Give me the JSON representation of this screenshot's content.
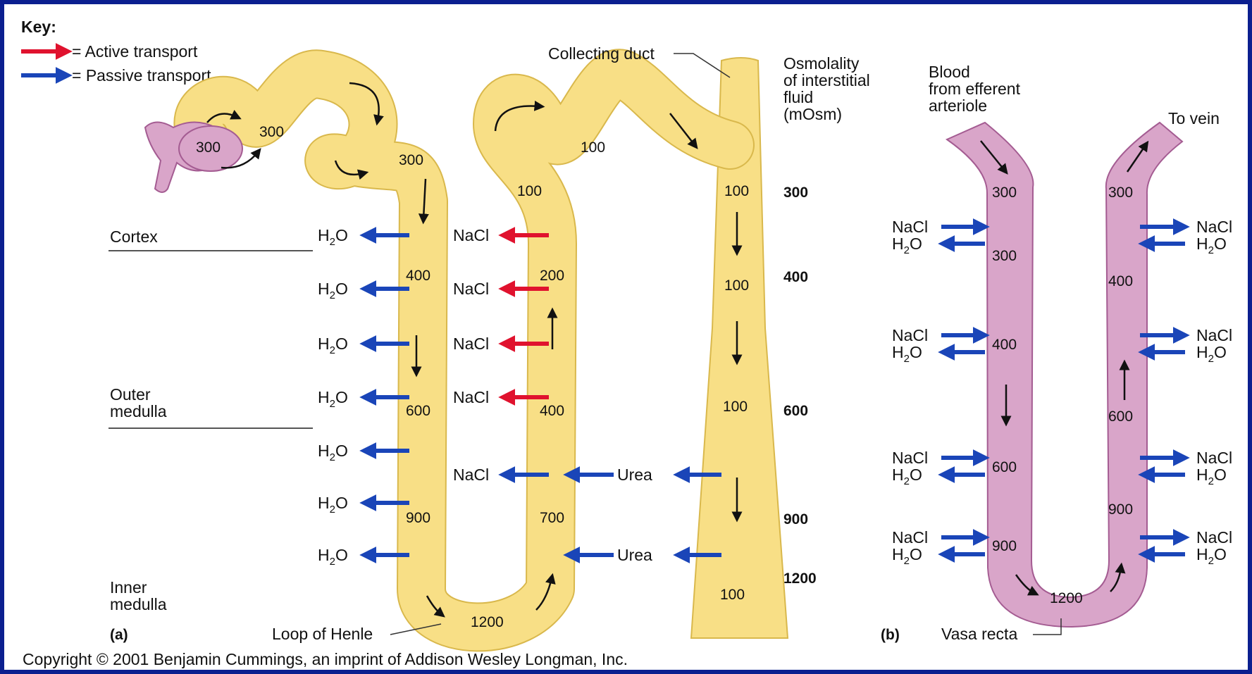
{
  "key": {
    "title": "Key:",
    "active_label": "= Active transport",
    "passive_label": "= Passive transport"
  },
  "colors": {
    "frame": "#0b1f8f",
    "tubule_fill": "#f8df86",
    "tubule_stroke": "#d9b84c",
    "vessel_fill": "#d9a5c9",
    "vessel_stroke": "#a45c92",
    "active_arrow": "#e0122e",
    "passive_arrow": "#1a45b8"
  },
  "labels": {
    "collecting_duct": "Collecting duct",
    "osmolality_header": [
      "Osmolality",
      "of interstitial",
      "fluid",
      "(mOsm)"
    ],
    "blood_header": [
      "Blood",
      "from efferent",
      "arteriole"
    ],
    "to_vein": "To vein",
    "cortex": "Cortex",
    "outer_medulla": [
      "Outer",
      "medulla"
    ],
    "inner_medulla": [
      "Inner",
      "medulla"
    ],
    "panel_a": "(a)",
    "panel_b": "(b)",
    "loop_of_henle": "Loop of Henle",
    "vasa_recta": "Vasa recta",
    "copyright": "Copyright © 2001 Benjamin Cummings, an imprint of Addison Wesley Longman, Inc."
  },
  "substances": {
    "h2o_main": "H",
    "h2o_sub": "2",
    "h2o_tail": "O",
    "nacl": "NaCl",
    "urea": "Urea"
  },
  "panel_a_values": {
    "glomerulus": "300",
    "proximal_1": "300",
    "proximal_2": "300",
    "descending": [
      "400",
      "600",
      "900"
    ],
    "loop_bottom": "1200",
    "ascending": [
      "200",
      "400",
      "700"
    ],
    "distal_1": "100",
    "distal_2": "100",
    "collecting": [
      "100",
      "100",
      "100",
      "100"
    ]
  },
  "interstitial_osmolality": [
    "300",
    "400",
    "600",
    "900",
    "1200"
  ],
  "panel_b_values": {
    "descending": [
      "300",
      "300",
      "400",
      "600",
      "900"
    ],
    "bottom": "1200",
    "ascending": [
      "300",
      "400",
      "600",
      "900"
    ]
  }
}
